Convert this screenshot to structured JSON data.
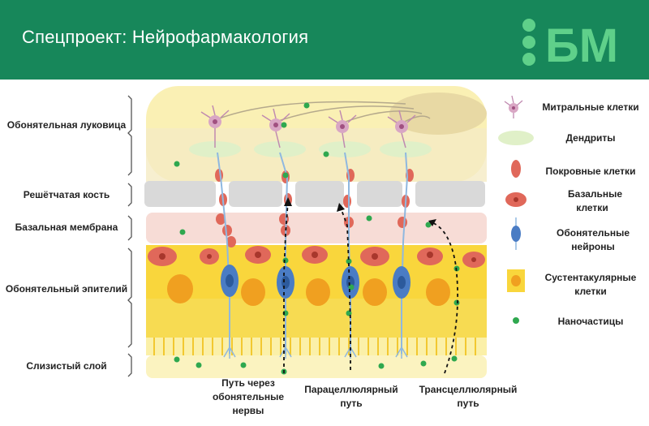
{
  "header": {
    "title": "Спецпроект: Нейрофармакология",
    "logo_text": "БМ",
    "background": "#17875a"
  },
  "left_labels": [
    "Обонятельная луковица",
    "Решётчатая кость",
    "Базальная мембрана",
    "Обонятельный эпителий",
    "Слизистый слой"
  ],
  "legend": [
    {
      "label": "Митральные клетки",
      "icon": "mitral-cell-icon"
    },
    {
      "label": "Дендриты",
      "icon": "dendrite-icon"
    },
    {
      "label": "Покровные клетки",
      "icon": "sheath-cell-icon"
    },
    {
      "label": "Базальные клетки",
      "icon": "basal-cell-icon"
    },
    {
      "label": "Обонятельные нейроны",
      "icon": "olfactory-neuron-icon"
    },
    {
      "label": "Сустентакулярные клетки",
      "icon": "sustentacular-cell-icon"
    },
    {
      "label": "Наночастицы",
      "icon": "nanoparticle-icon"
    }
  ],
  "paths": [
    "Путь через обонятельные нервы",
    "Парацеллюлярный путь",
    "Трансцеллюлярный путь"
  ],
  "colors": {
    "bulb": "#faf0b4",
    "bone": "#d9d9d9",
    "membrane": "#f7dcd6",
    "epithelium": "#f9d63c",
    "mucus": "#fbf3c0",
    "nanoparticle": "#2fa84f",
    "neuron": "#4a7cc4",
    "basal_cell": "#e0685a",
    "sustentacular_nucleus": "#f0a020"
  }
}
